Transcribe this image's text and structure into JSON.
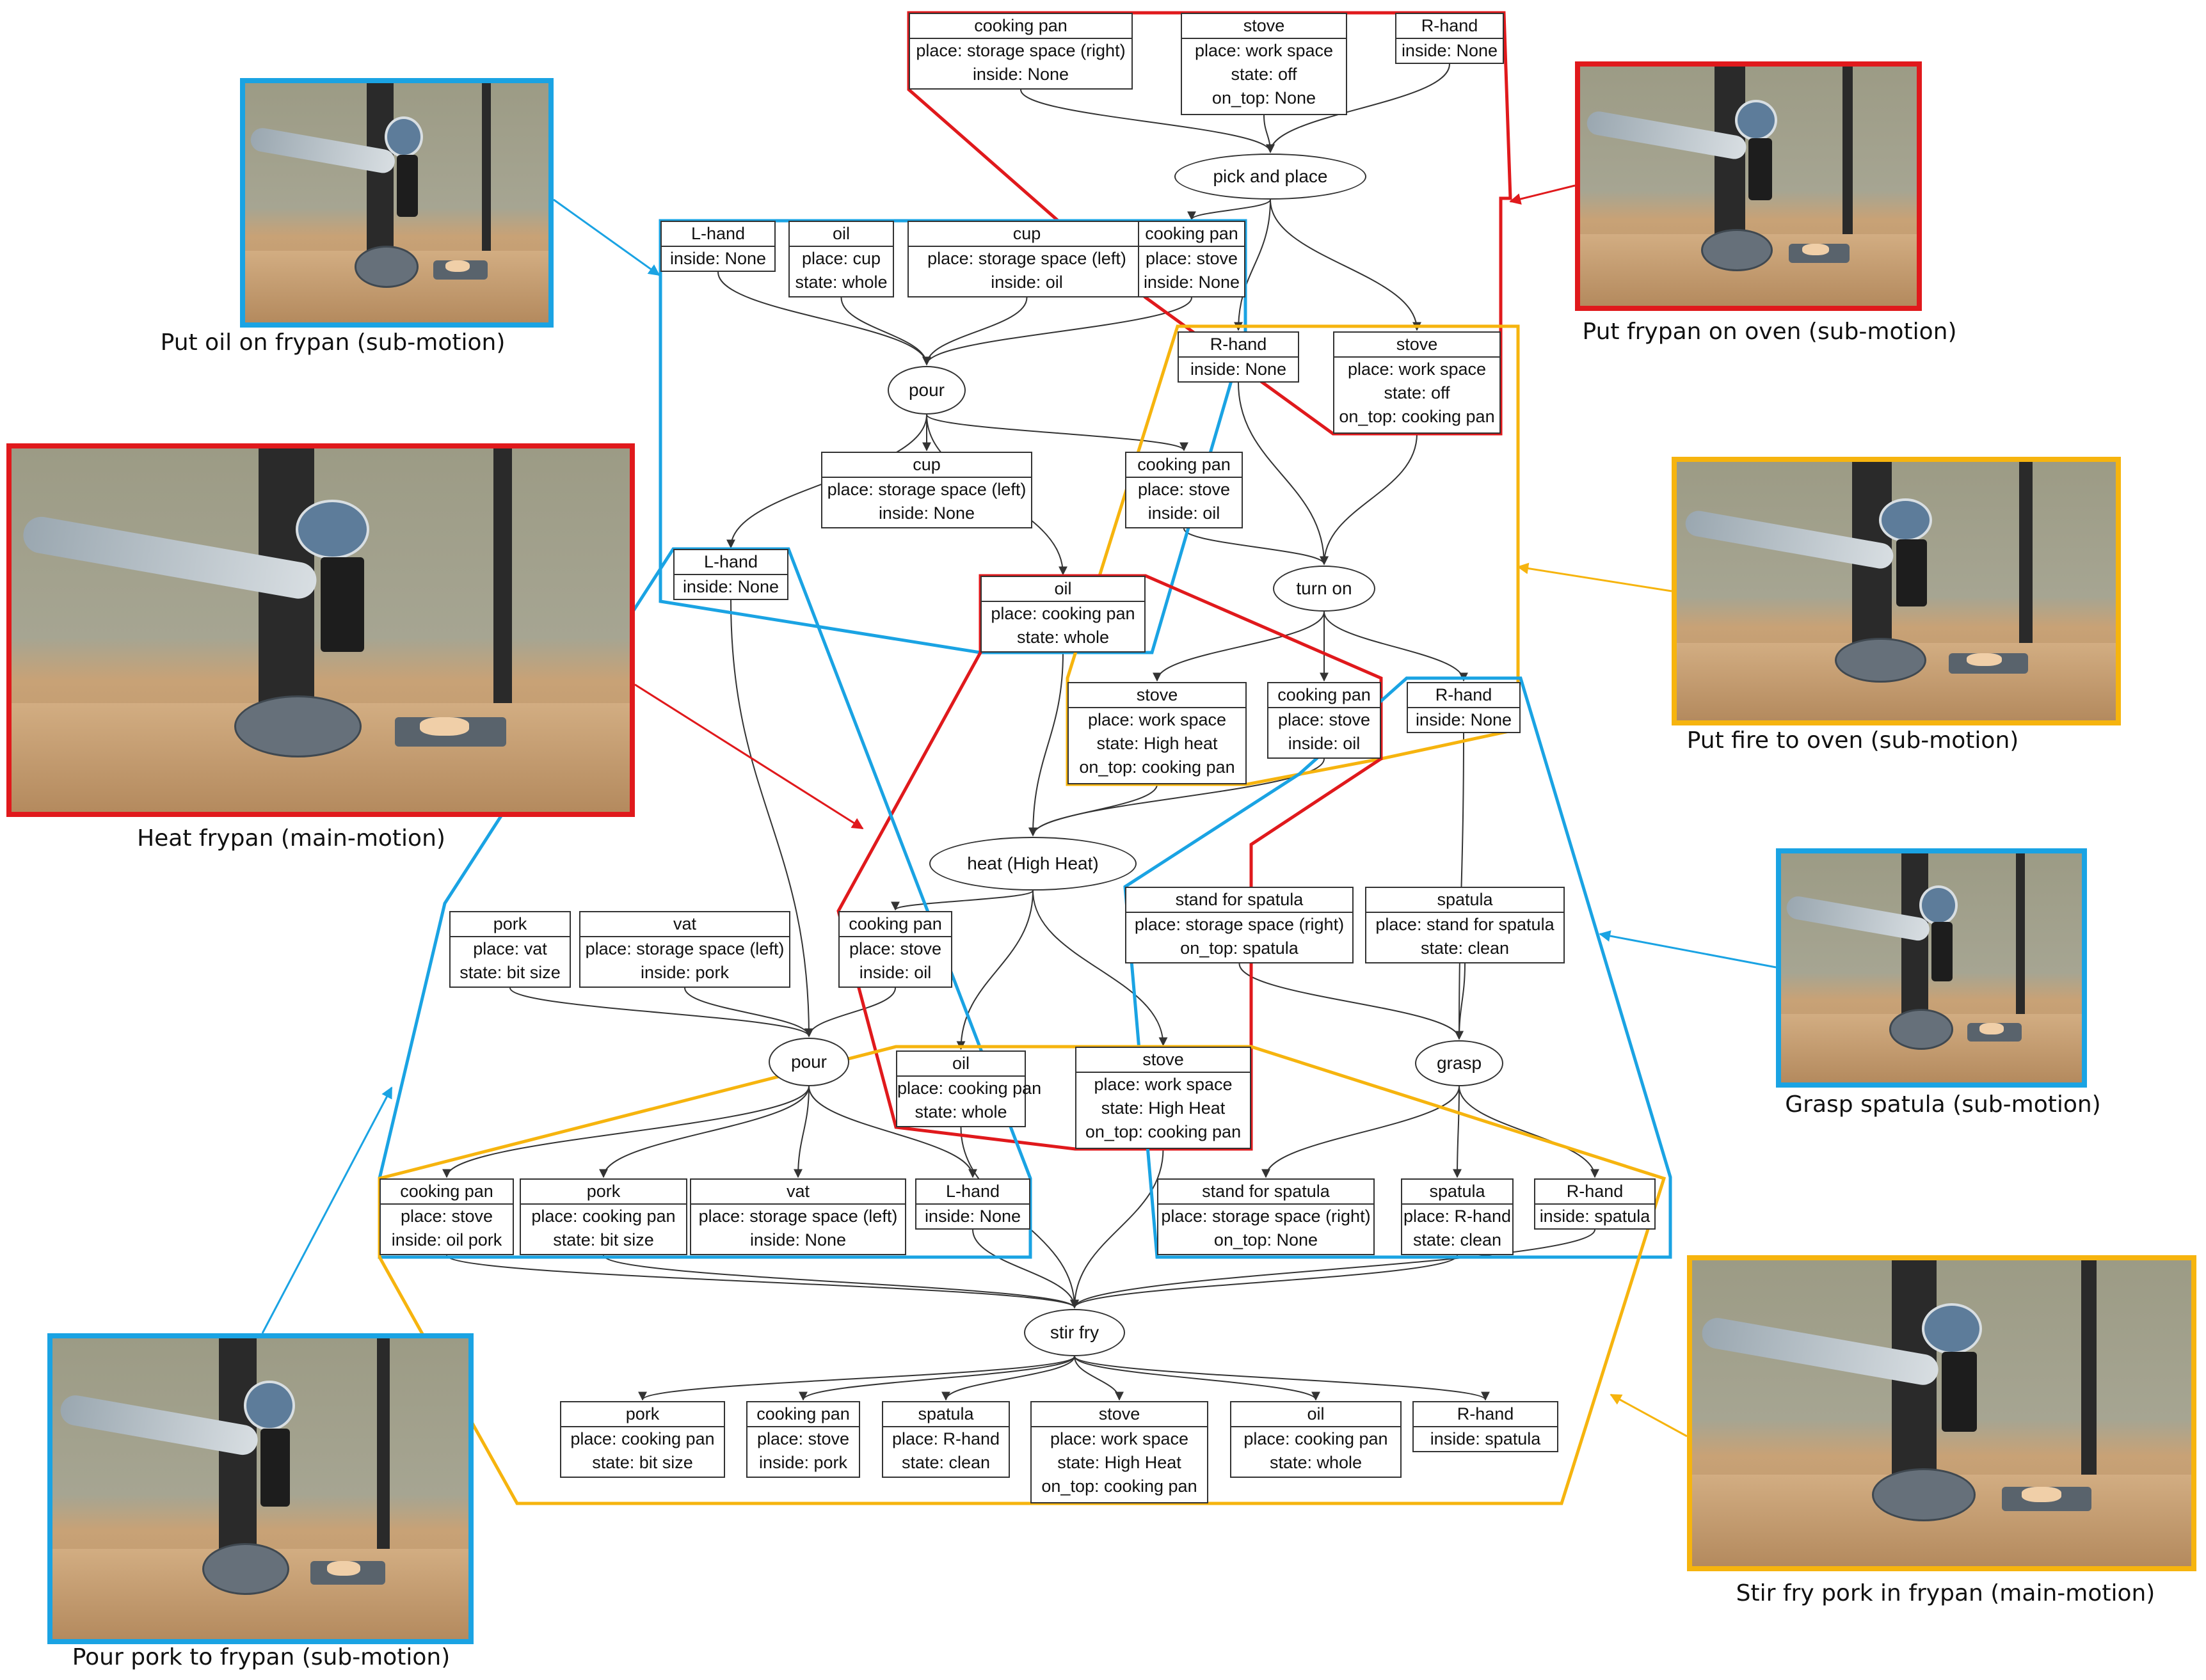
{
  "colors": {
    "red": "#e0191c",
    "blue": "#1aa3e3",
    "yellow": "#f6b40e",
    "edge": "#333333"
  },
  "photos": [
    {
      "id": "ph-oil",
      "color": "blue",
      "caption": "Put oil on frypan (sub-motion)",
      "scene": "pour-oil"
    },
    {
      "id": "ph-heat",
      "color": "red",
      "caption": "Heat frypan (main-motion)",
      "scene": "heat"
    },
    {
      "id": "ph-pork",
      "color": "blue",
      "caption": "Pour pork to frypan (sub-motion)",
      "scene": "pour-pork"
    },
    {
      "id": "ph-pan",
      "color": "red",
      "caption": "Put frypan on oven (sub-motion)",
      "scene": "place-pan"
    },
    {
      "id": "ph-fire",
      "color": "yellow",
      "caption": "Put fire to oven (sub-motion)",
      "scene": "fire"
    },
    {
      "id": "ph-spatula",
      "color": "blue",
      "caption": "Grasp spatula (sub-motion)",
      "scene": "spatula"
    },
    {
      "id": "ph-stir",
      "color": "yellow",
      "caption": "Stir fry pork in frypan (main-motion)",
      "scene": "stir"
    }
  ],
  "actions": [
    {
      "id": "a-pick",
      "label": "pick and place"
    },
    {
      "id": "a-pour1",
      "label": "pour"
    },
    {
      "id": "a-turn",
      "label": "turn on"
    },
    {
      "id": "a-heat",
      "label": "heat (High Heat)"
    },
    {
      "id": "a-pour2",
      "label": "pour"
    },
    {
      "id": "a-grasp",
      "label": "grasp"
    },
    {
      "id": "a-stir",
      "label": "stir fry"
    }
  ],
  "objects": [
    {
      "id": "n1",
      "title": "cooking pan",
      "lines": [
        "place: storage space (right)",
        "inside: None"
      ]
    },
    {
      "id": "n2",
      "title": "stove",
      "lines": [
        "place: work space",
        "state:  off",
        "on_top: None"
      ]
    },
    {
      "id": "n3",
      "title": "R-hand",
      "lines": [
        "inside: None"
      ]
    },
    {
      "id": "n4",
      "title": "L-hand",
      "lines": [
        "inside: None"
      ]
    },
    {
      "id": "n5",
      "title": "oil",
      "lines": [
        "place: cup",
        "state:  whole"
      ]
    },
    {
      "id": "n6",
      "title": "cup",
      "lines": [
        "place: storage space (left)",
        "inside: oil"
      ]
    },
    {
      "id": "n7",
      "title": "cooking pan",
      "lines": [
        "place: stove",
        "inside: None"
      ]
    },
    {
      "id": "n8",
      "title": "R-hand",
      "lines": [
        "inside: None"
      ]
    },
    {
      "id": "n9",
      "title": "stove",
      "lines": [
        "place: work space",
        "state:  off",
        "on_top: cooking pan"
      ]
    },
    {
      "id": "n10",
      "title": "cup",
      "lines": [
        "place: storage space (left)",
        "inside: None"
      ]
    },
    {
      "id": "n11",
      "title": "cooking pan",
      "lines": [
        "place: stove",
        "inside: oil"
      ]
    },
    {
      "id": "n12",
      "title": "L-hand",
      "lines": [
        "inside: None"
      ]
    },
    {
      "id": "n13",
      "title": "oil",
      "lines": [
        "place: cooking pan",
        "state:  whole"
      ]
    },
    {
      "id": "n14",
      "title": "stove",
      "lines": [
        "place: work space",
        "state:  High heat",
        "on_top: cooking pan"
      ]
    },
    {
      "id": "n15",
      "title": "cooking pan",
      "lines": [
        "place: stove",
        "inside: oil"
      ]
    },
    {
      "id": "n16",
      "title": "R-hand",
      "lines": [
        "inside: None"
      ]
    },
    {
      "id": "n17",
      "title": "pork",
      "lines": [
        "place: vat",
        "state:  bit size"
      ]
    },
    {
      "id": "n18",
      "title": "vat",
      "lines": [
        "place: storage space (left)",
        "inside: pork"
      ]
    },
    {
      "id": "n19",
      "title": "cooking pan",
      "lines": [
        "place: stove",
        "inside: oil"
      ]
    },
    {
      "id": "n20",
      "title": "stand for spatula",
      "lines": [
        "place: storage space (right)",
        "on_top: spatula"
      ]
    },
    {
      "id": "n21",
      "title": "spatula",
      "lines": [
        "place: stand for spatula",
        "state:  clean"
      ]
    },
    {
      "id": "n22",
      "title": "oil",
      "lines": [
        "place: cooking pan",
        "state:  whole"
      ]
    },
    {
      "id": "n23",
      "title": "stove",
      "lines": [
        "place: work space",
        "state:  High Heat",
        "on_top: cooking pan"
      ]
    },
    {
      "id": "n24",
      "title": "cooking pan",
      "lines": [
        "place: stove",
        "inside: oil pork"
      ]
    },
    {
      "id": "n25",
      "title": "pork",
      "lines": [
        "place: cooking pan",
        "state:  bit size"
      ]
    },
    {
      "id": "n26",
      "title": "vat",
      "lines": [
        "place: storage space (left)",
        "inside: None"
      ]
    },
    {
      "id": "n27",
      "title": "L-hand",
      "lines": [
        "inside: None"
      ]
    },
    {
      "id": "n28",
      "title": "stand for spatula",
      "lines": [
        "place: storage space (right)",
        "on_top: None"
      ]
    },
    {
      "id": "n29",
      "title": "spatula",
      "lines": [
        "place: R-hand",
        "state:  clean"
      ]
    },
    {
      "id": "n30",
      "title": "R-hand",
      "lines": [
        "inside: spatula"
      ]
    },
    {
      "id": "n31",
      "title": "pork",
      "lines": [
        "place: cooking pan",
        "state:  bit size"
      ]
    },
    {
      "id": "n32",
      "title": "cooking pan",
      "lines": [
        "place: stove",
        "inside: pork"
      ]
    },
    {
      "id": "n33",
      "title": "spatula",
      "lines": [
        "place: R-hand",
        "state:  clean"
      ]
    },
    {
      "id": "n34",
      "title": "stove",
      "lines": [
        "place: work space",
        "state:  High Heat",
        "on_top: cooking pan"
      ]
    },
    {
      "id": "n35",
      "title": "oil",
      "lines": [
        "place: cooking pan",
        "state:  whole"
      ]
    },
    {
      "id": "n36",
      "title": "R-hand",
      "lines": [
        "inside: spatula"
      ]
    }
  ],
  "edges": [
    [
      "n1",
      "a-pick"
    ],
    [
      "n2",
      "a-pick"
    ],
    [
      "n3",
      "a-pick"
    ],
    [
      "a-pick",
      "n7"
    ],
    [
      "a-pick",
      "n8"
    ],
    [
      "a-pick",
      "n9"
    ],
    [
      "n4",
      "a-pour1"
    ],
    [
      "n5",
      "a-pour1"
    ],
    [
      "n6",
      "a-pour1"
    ],
    [
      "n7",
      "a-pour1"
    ],
    [
      "a-pour1",
      "n10"
    ],
    [
      "a-pour1",
      "n11"
    ],
    [
      "a-pour1",
      "n12"
    ],
    [
      "a-pour1",
      "n13"
    ],
    [
      "n8",
      "a-turn"
    ],
    [
      "n9",
      "a-turn"
    ],
    [
      "n11",
      "a-turn"
    ],
    [
      "a-turn",
      "n14"
    ],
    [
      "a-turn",
      "n15"
    ],
    [
      "a-turn",
      "n16"
    ],
    [
      "n13",
      "a-heat"
    ],
    [
      "n14",
      "a-heat"
    ],
    [
      "n15",
      "a-heat"
    ],
    [
      "a-heat",
      "n19"
    ],
    [
      "a-heat",
      "n22"
    ],
    [
      "a-heat",
      "n23"
    ],
    [
      "n17",
      "a-pour2"
    ],
    [
      "n18",
      "a-pour2"
    ],
    [
      "n19",
      "a-pour2"
    ],
    [
      "n12",
      "a-pour2"
    ],
    [
      "a-pour2",
      "n24"
    ],
    [
      "a-pour2",
      "n25"
    ],
    [
      "a-pour2",
      "n26"
    ],
    [
      "a-pour2",
      "n27"
    ],
    [
      "n20",
      "a-grasp"
    ],
    [
      "n21",
      "a-grasp"
    ],
    [
      "n16",
      "a-grasp"
    ],
    [
      "a-grasp",
      "n28"
    ],
    [
      "a-grasp",
      "n29"
    ],
    [
      "a-grasp",
      "n30"
    ],
    [
      "n24",
      "a-stir"
    ],
    [
      "n25",
      "a-stir"
    ],
    [
      "n22",
      "a-stir"
    ],
    [
      "n23",
      "a-stir"
    ],
    [
      "n29",
      "a-stir"
    ],
    [
      "n30",
      "a-stir"
    ],
    [
      "n27",
      "a-stir"
    ],
    [
      "a-stir",
      "n31"
    ],
    [
      "a-stir",
      "n32"
    ],
    [
      "a-stir",
      "n33"
    ],
    [
      "a-stir",
      "n34"
    ],
    [
      "a-stir",
      "n35"
    ],
    [
      "a-stir",
      "n36"
    ]
  ],
  "groups": [
    {
      "id": "g-pan",
      "color": "red",
      "photo": "ph-pan"
    },
    {
      "id": "g-oil",
      "color": "blue",
      "photo": "ph-oil"
    },
    {
      "id": "g-fire",
      "color": "yellow",
      "photo": "ph-fire"
    },
    {
      "id": "g-heat",
      "color": "red",
      "photo": "ph-heat"
    },
    {
      "id": "g-spatula",
      "color": "blue",
      "photo": "ph-spatula"
    },
    {
      "id": "g-pork",
      "color": "blue",
      "photo": "ph-pork"
    },
    {
      "id": "g-stir",
      "color": "yellow",
      "photo": "ph-stir"
    }
  ]
}
